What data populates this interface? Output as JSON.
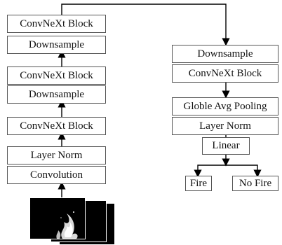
{
  "left_column": {
    "block_top": "ConvNeXt Block",
    "downsample_top": "Downsample",
    "block_mid": "ConvNeXt Block",
    "downsample_mid": "Downsample",
    "block_bottom": "ConvNeXt Block",
    "layer_norm": "Layer Norm",
    "convolution": "Convolution"
  },
  "right_column": {
    "downsample": "Downsample",
    "block": "ConvNeXt Block",
    "pooling": "Globle Avg Pooling",
    "layer_norm": "Layer Norm",
    "linear": "Linear"
  },
  "outputs": {
    "fire": "Fire",
    "no_fire": "No Fire"
  },
  "input_image": {
    "description_icon": "fire-frames-icon",
    "frame_count": 3
  },
  "colors": {
    "border": "#555555",
    "line": "#000000",
    "background": "#ffffff"
  }
}
